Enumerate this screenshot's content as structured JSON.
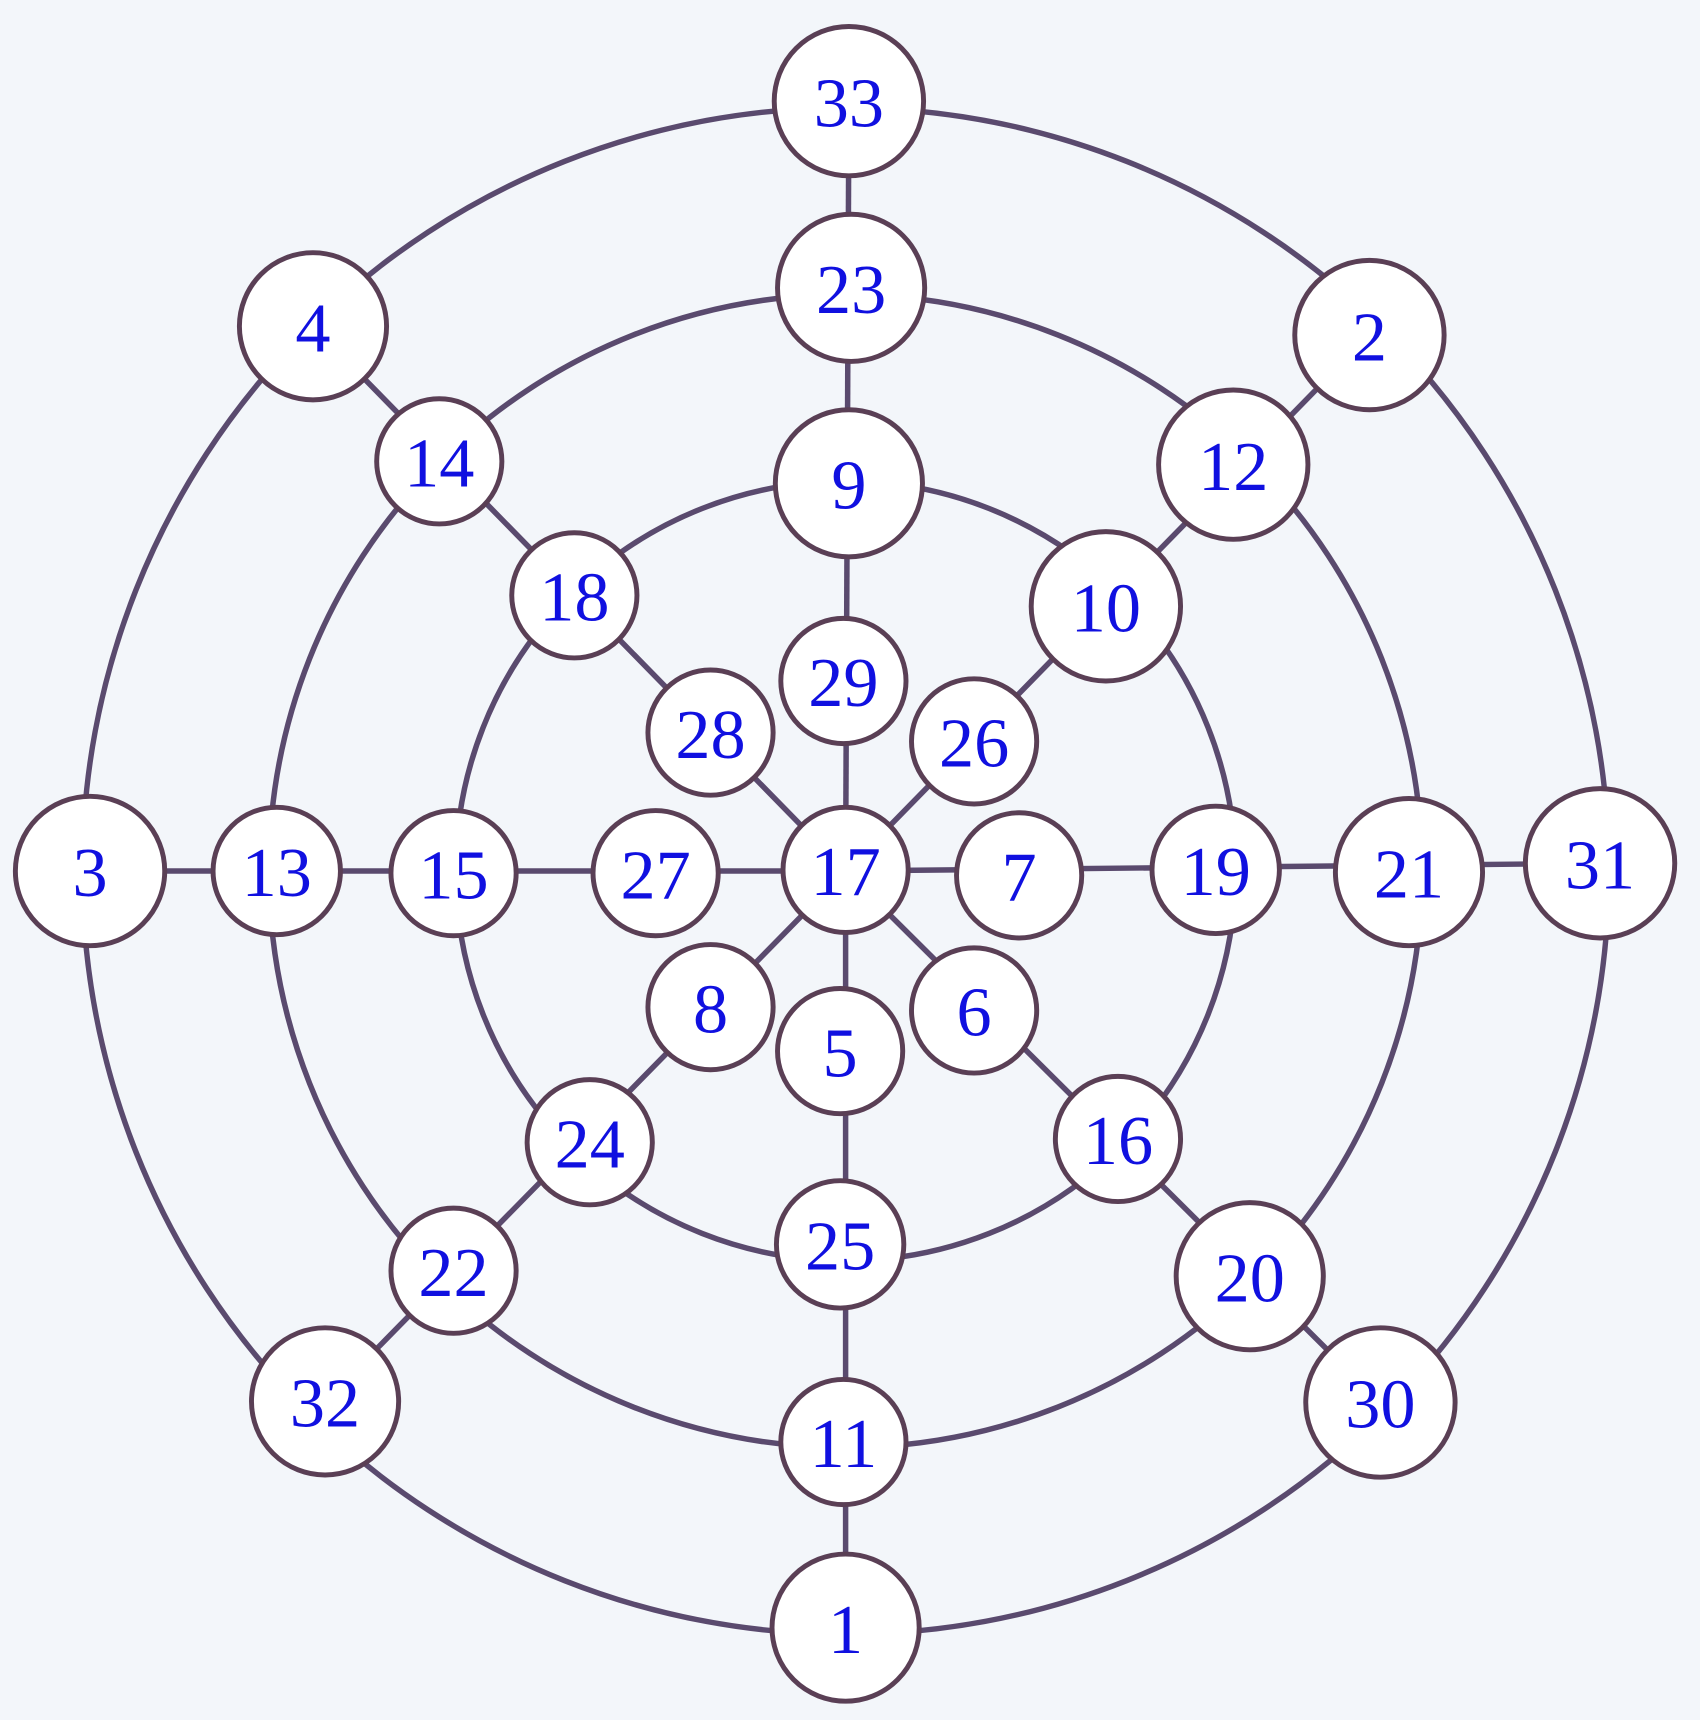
{
  "diagram": {
    "nodes": [
      "33",
      "23",
      "9",
      "29",
      "17",
      "5",
      "25",
      "11",
      "1",
      "3",
      "13",
      "15",
      "27",
      "7",
      "19",
      "21",
      "31",
      "4",
      "14",
      "18",
      "28",
      "2",
      "12",
      "10",
      "26",
      "8",
      "24",
      "22",
      "32",
      "6",
      "16",
      "20",
      "30"
    ],
    "colors": {
      "line": "#5a4a6e",
      "number": "#1010e0",
      "node_fill": "#ffffff",
      "background": "#f3f6fa"
    }
  }
}
